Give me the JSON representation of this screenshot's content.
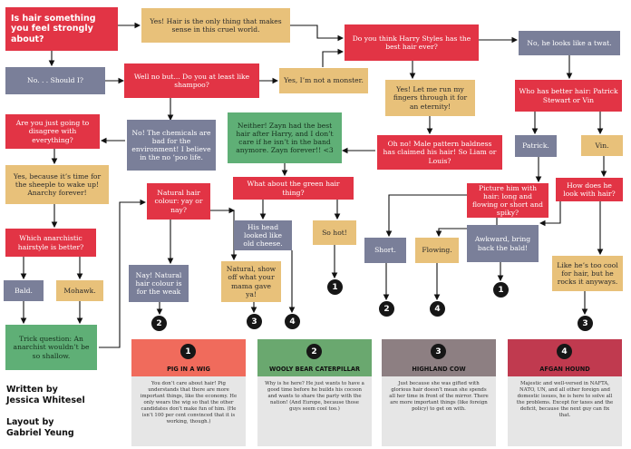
{
  "nodes": {
    "start": "Is hair something you feel strongly about?",
    "yes_hair": "Yes! Hair is the only thing that makes sense in this cruel world.",
    "no_should": "No. . . Should I?",
    "well_no": "Well no but... Do you at least like shampoo?",
    "not_monster": "Yes, I’m not a monster.",
    "harry": "Do you think Harry Styles has the best hair ever?",
    "no_twat": "No, he looks like a twat.",
    "yes_fingers": "Yes! Let me run my fingers through it for an eternity!",
    "better_hair": "Who has better hair: Patrick Stewart or Vin",
    "pattern": "Oh no! Male pattern baldness has claimed his hair! So Liam or Louis?",
    "neither": "Neither! Zayn had the best hair after Harry, and I don’t care if he isn’t in the band anymore. Zayn forever!! <3",
    "chemicals": "No! The chemicals are bad for the environment! I believe in the no ’poo life.",
    "disagree": "Are you just going to disagree with everything?",
    "sheeple": "Yes, because it’s time for the sheeple to wake up! Anarchy forever!",
    "anarchist_style": "Which anarchistic hairstyle is better?",
    "bald": "Bald.",
    "mohawk": "Mohawk.",
    "trick": "Trick question: An anarchist wouldn’t be so shallow.",
    "natural_colour": "Natural hair colour: yay or nay?",
    "nay": "Nay! Natural hair colour is for the weak",
    "natural_show": "Natural, show off what your mama gave ya!",
    "green_hair": "What about the green hair thing?",
    "cheese": "His head looked like old cheese.",
    "so_hot": "So hot!",
    "patrick": "Patrick.",
    "vin": "Vin.",
    "picture": "Picture him with hair: long and flowing or short and spiky?",
    "how_look": "How does he look with hair?",
    "short": "Short.",
    "flowing": "Flowing.",
    "awkward": "Awkward, bring back the bald!",
    "too_cool": "Like he’s too cool for hair, but he rocks it anyways."
  },
  "outcome_markers": [
    "2",
    "3",
    "4",
    "1",
    "2",
    "4",
    "1",
    "3"
  ],
  "results": [
    {
      "number": "1",
      "title": "PIG IN A WIG",
      "color": "#f06b5c",
      "text": "You don’t care about hair! Pig understands that there are more important things, like the economy. He only wears the wig so that the other candidates don’t make fun of him. (He isn’t 100 per cent convinced that it is working, though.)"
    },
    {
      "number": "2",
      "title": "WOOLY BEAR CATERPILLAR",
      "color": "#6aa86f",
      "text": "Why is he here? He just wants to have a good time before he builds his cocoon and wants to share the party with the nation! (And Europe, because those guys seem cool too.)"
    },
    {
      "number": "3",
      "title": "HIGHLAND COW",
      "color": "#8d7f82",
      "text": "Just because she was gifted with glorious hair doesn’t mean she spends all her time in front of the mirror. There are more important things (like foreign policy) to get on with."
    },
    {
      "number": "4",
      "title": "AFGAN HOUND",
      "color": "#c03a4f",
      "text": "Majestic and well-versed in NAFTA, NATO, UN, and all other foreign and domestic issues, he is here to solve all the problems. Except for taxes and the deficit, because the next guy can fix that."
    }
  ],
  "credits": {
    "writer_label": "Written by",
    "writer": "Jessica Whitesel",
    "layout_label": "Layout by",
    "layout": "Gabriel Yeung"
  }
}
